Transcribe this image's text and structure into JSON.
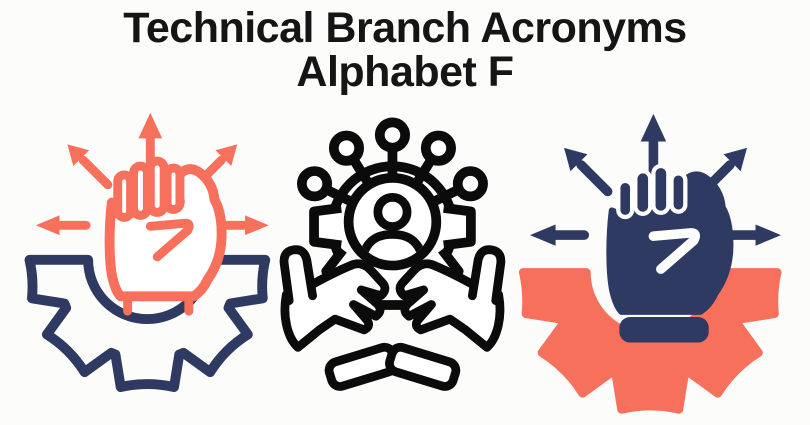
{
  "title": {
    "line1": "Technical Branch Acronyms",
    "line2": "Alphabet F"
  },
  "colors": {
    "coral": "#F7705C",
    "navy": "#2E3A62",
    "ink": "#0B0B0B",
    "title": "#151515",
    "background": "#FCFCFB"
  },
  "icons": [
    {
      "name": "fist-gear-outline-icon",
      "description": "Raised fist with five radiating arrows above a half gear, outline style",
      "fist_color": "#F7705C",
      "gear_color": "#2E3A62"
    },
    {
      "name": "hands-gear-network-icon",
      "description": "Two open hands holding a gear containing a person with network nodes radiating above, black outline style",
      "color": "#0B0B0B"
    },
    {
      "name": "fist-gear-filled-icon",
      "description": "Raised fist with five radiating arrows above a half gear, solid fill style",
      "fist_color": "#2E3A62",
      "gear_color": "#F7705C"
    }
  ]
}
